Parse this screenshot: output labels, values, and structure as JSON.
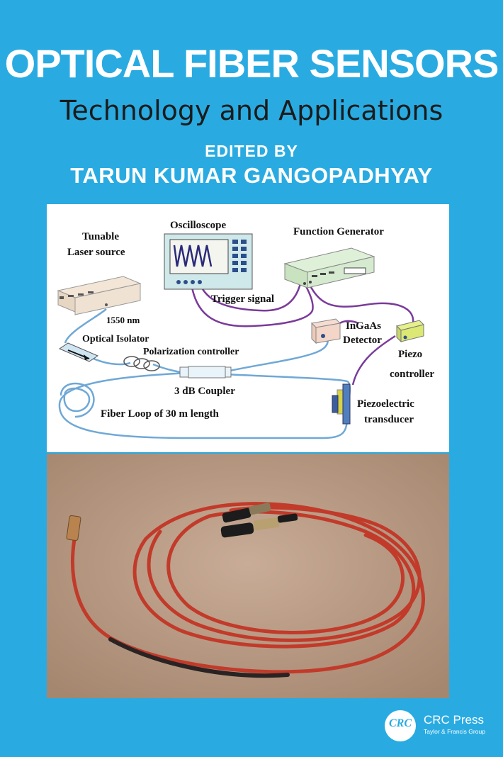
{
  "cover": {
    "title": "OPTICAL FIBER SENSORS",
    "subtitle": "Technology and Applications",
    "edited_by": "EDITED BY",
    "author": "TARUN KUMAR GANGOPADHYAY"
  },
  "diagram": {
    "tunable_1": "Tunable",
    "tunable_2": "Laser source",
    "oscilloscope": "Oscilloscope",
    "function_generator": "Function Generator",
    "trigger_signal": "Trigger signal",
    "wavelength": "1550 nm",
    "ingaas_1": "InGaAs",
    "ingaas_2": "Detector",
    "optical_isolator": "Optical Isolator",
    "polarization_controller": "Polarization controller",
    "piezo_1": "Piezo",
    "piezo_2": "controller",
    "coupler": "3 dB Coupler",
    "fiber_loop": "Fiber Loop  of 30 m length",
    "piezoelectric_1": "Piezoelectric",
    "piezoelectric_2": "transducer"
  },
  "publisher": {
    "logo_mark": "CRC",
    "name": "CRC Press",
    "group": "Taylor & Francis Group"
  },
  "colors": {
    "background": "#29abe2",
    "fiber": "#6fa8d6",
    "cable": "#7a3b9a",
    "photo_bg": "#b89a86",
    "photo_cable": "#c23a2a"
  }
}
